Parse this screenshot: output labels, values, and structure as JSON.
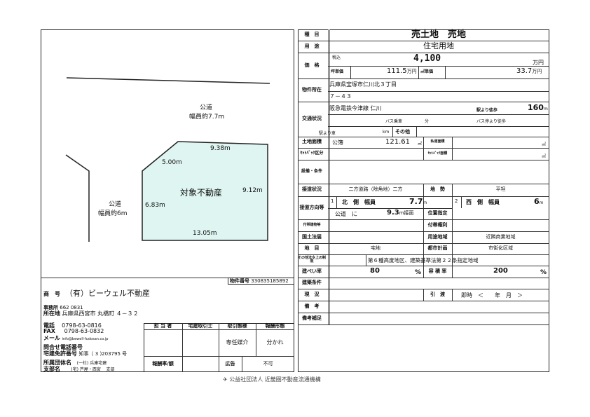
{
  "map": {
    "road_north": "公道",
    "road_north_width": "幅員約7.7m",
    "road_west": "公道",
    "road_west_width": "幅員約6m",
    "subject": "対象不動産",
    "dims": [
      "9.38m",
      "5.00m",
      "9.12m",
      "6.83m",
      "13.05m"
    ]
  },
  "property_number": {
    "label": "物件番号",
    "value": "330835185892"
  },
  "company": {
    "name_label": "商　号",
    "name": "（有）ビーウェル不動産",
    "office_label": "事務所",
    "zip": "662 0831",
    "address_label": "所在地",
    "address": "兵庫県西宮市 丸橋町 ４－３２",
    "tel_label": "電話",
    "tel": "0798-63-0816",
    "fax_label": "FAX",
    "fax": "0798-63-0832",
    "mail_label": "メール",
    "mail": "info@bewell-fudosan.co.jp",
    "inquiry_label": "問合せ電話番号",
    "license_label": "宅建免許番号",
    "license": "知事（ 3 )203795 号",
    "assoc_label": "所属団体名",
    "assoc": "(一社) 兵庫宅建",
    "branch_label": "支部名",
    "branch": "(宅) 芦屋・西宮",
    "branch_suffix": "支部"
  },
  "terms": {
    "headers": [
      "担 当 者",
      "宅建取引士",
      "取引態様",
      "報酬形態"
    ],
    "mode": "専任媒介",
    "fee_form": "分かれ",
    "fee_rate_label": "報酬率/額",
    "ad_label": "広告",
    "ad": "不可"
  },
  "details": {
    "kind_label": "種　目",
    "kind": "売土地　売地",
    "use_label": "用　途",
    "use": "住宅用地",
    "price_label": "価　格",
    "price_sub": "税込",
    "price": "4,100",
    "price_unit": "万円",
    "tsubo_label": "坪単価",
    "tsubo": "111.5",
    "tsubo_unit": "万円",
    "m2_label": "㎡単価",
    "m2": "33.7",
    "m2_unit": "万円",
    "location_label": "物件所在",
    "location1": "兵庫県宝塚市仁川北３丁目",
    "location2": "７－４３",
    "traffic_label": "交通状況",
    "line": "阪急電鉄今津線 仁川",
    "walk_label": "駅より徒歩",
    "walk": "160",
    "walk_unit": "m",
    "bus_label": "バス乗車",
    "bus_min": "分",
    "bus_walk_label": "バス停より徒歩",
    "car_label": "駅より車",
    "car_unit": "km",
    "other_label": "その他",
    "area_label": "土地面積",
    "area_type": "公簿",
    "area": "121.61",
    "area_unit": "㎡",
    "private_road_label": "私道面積",
    "private_road_unit": "㎡",
    "setback_label": "ｾｯﾄﾊﾞｯｸ区分",
    "setback_area_label": "ｾｯﾄﾊﾞｯｸ面積",
    "setback_unit": "㎡",
    "facility_label": "設備・条件",
    "road_status_label": "接道状況",
    "road_status": "二方道路（除角地）二方",
    "terrain_label": "地　勢",
    "terrain": "平坦",
    "road_dir_label": "接道方向等",
    "r1_no": "1",
    "r1": "北　側　幅員",
    "r1_w": "7.7",
    "r1_unit": "m",
    "r2_no": "2",
    "r2": "西　側　幅員",
    "r2_w": "6",
    "r2_unit": "m",
    "road_type": "公道　に",
    "frontage": "9.3",
    "frontage_unit": "m接面",
    "position_label": "位置指定",
    "attached_label": "付帯建物等",
    "rights_label": "付帯権利",
    "landlaw_label": "国土法届",
    "zone_label": "用途地域",
    "zone": "近隣商業地域",
    "landcat_label": "地　目",
    "landcat": "宅地",
    "city_label": "都市計画",
    "city": "市街化区域",
    "other_limit_label": "その他法令上の制限",
    "other_limit": "第６種高度地区、建築基準法第２２条指定地域",
    "bcr_label": "建ぺい率",
    "bcr": "80",
    "pct": "%",
    "far_label": "容 積 率",
    "far": "200",
    "build_cond_label": "建築条件",
    "status_label": "現　況",
    "handover_label": "引　渡",
    "handover": "即時　＜　　年　月　＞",
    "remarks_label": "備　考",
    "remarks2_label": "備考補足"
  },
  "footer": "公益社団法人 近畿圏不動産流通機構"
}
